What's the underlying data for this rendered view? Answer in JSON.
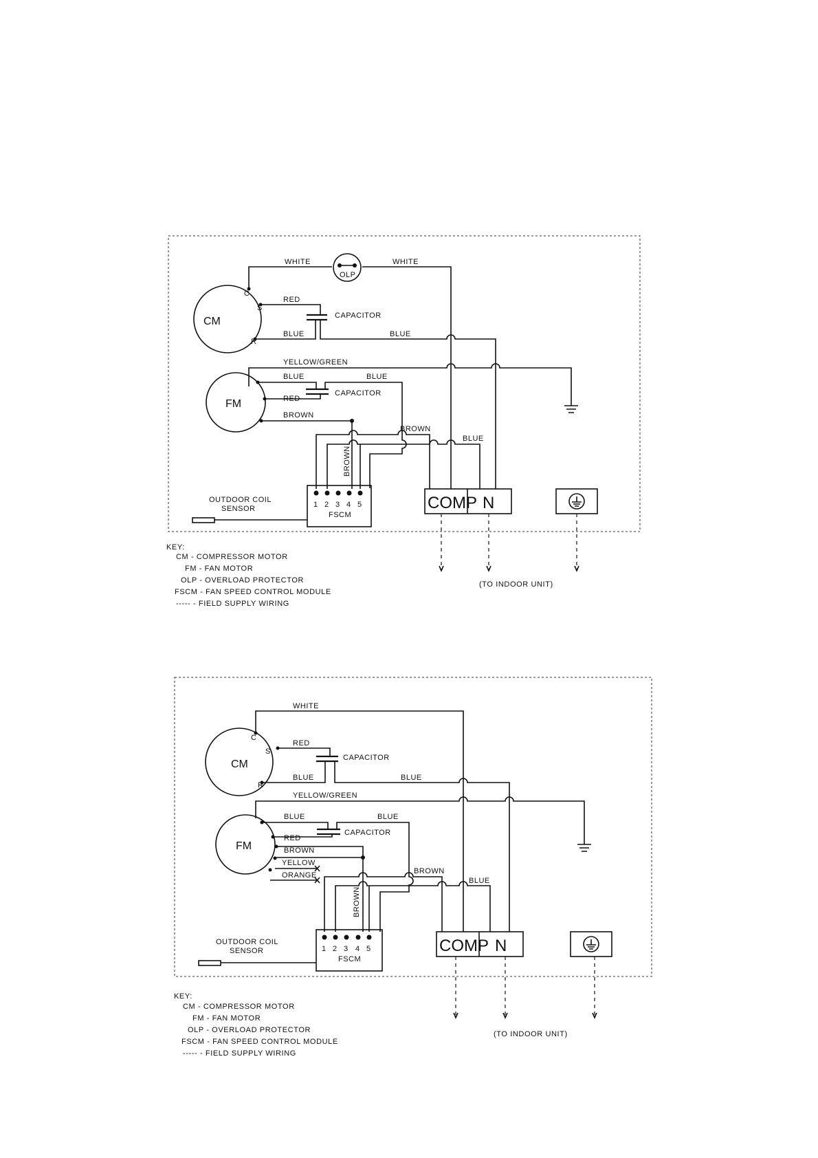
{
  "diagram1": {
    "motors": {
      "cm": "CM",
      "fm": "FM"
    },
    "cm_terminals": {
      "c": "C",
      "s": "S",
      "r": "R"
    },
    "olp": "OLP",
    "wires": {
      "white_left": "WHITE",
      "white_right": "WHITE",
      "red_cm": "RED",
      "blue_cm": "BLUE",
      "blue_long": "BLUE",
      "yellow_green": "YELLOW/GREEN",
      "blue_fm": "BLUE",
      "blue_fm_right": "BLUE",
      "red_fm": "RED",
      "brown_fm": "BROWN",
      "brown_mid": "BROWN",
      "brown_vertical": "BROWN",
      "blue_n": "BLUE"
    },
    "capacitors": {
      "cm": "CAPACITOR",
      "fm": "CAPACITOR"
    },
    "fscm": {
      "label": "FSCM",
      "pins": [
        "1",
        "2",
        "3",
        "4",
        "5"
      ]
    },
    "sensor": {
      "line1": "OUTDOOR COIL",
      "line2": "SENSOR"
    },
    "terminals": {
      "comp": "COMP",
      "n": "N"
    },
    "indoor": "(TO INDOOR UNIT)",
    "key": {
      "title": "KEY:",
      "items": [
        "CM  - COMPRESSOR MOTOR",
        "FM  - FAN MOTOR",
        "OLP  - OVERLOAD PROTECTOR",
        "FSCM  - FAN SPEED CONTROL MODULE",
        "-----  - FIELD SUPPLY WIRING"
      ]
    }
  },
  "diagram2": {
    "motors": {
      "cm": "CM",
      "fm": "FM"
    },
    "cm_terminals": {
      "c": "C",
      "s": "S",
      "r": "R"
    },
    "wires": {
      "white": "WHITE",
      "red_cm": "RED",
      "blue_cm": "BLUE",
      "blue_long": "BLUE",
      "yellow_green": "YELLOW/GREEN",
      "blue_fm": "BLUE",
      "blue_fm_right": "BLUE",
      "red_fm": "RED",
      "brown_fm": "BROWN",
      "yellow_fm": "YELLOW",
      "orange_fm": "ORANGE",
      "brown_mid": "BROWN",
      "brown_vertical": "BROWN",
      "blue_n": "BLUE"
    },
    "capacitors": {
      "cm": "CAPACITOR",
      "fm": "CAPACITOR"
    },
    "fscm": {
      "label": "FSCM",
      "pins": [
        "1",
        "2",
        "3",
        "4",
        "5"
      ]
    },
    "sensor": {
      "line1": "OUTDOOR COIL",
      "line2": "SENSOR"
    },
    "terminals": {
      "comp": "COMP",
      "n": "N"
    },
    "indoor": "(TO INDOOR UNIT)",
    "key": {
      "title": "KEY:",
      "items": [
        "CM  - COMPRESSOR MOTOR",
        "FM  - FAN MOTOR",
        "OLP  - OVERLOAD PROTECTOR",
        "FSCM  - FAN SPEED CONTROL MODULE",
        "-----  - FIELD SUPPLY WIRING"
      ]
    }
  }
}
